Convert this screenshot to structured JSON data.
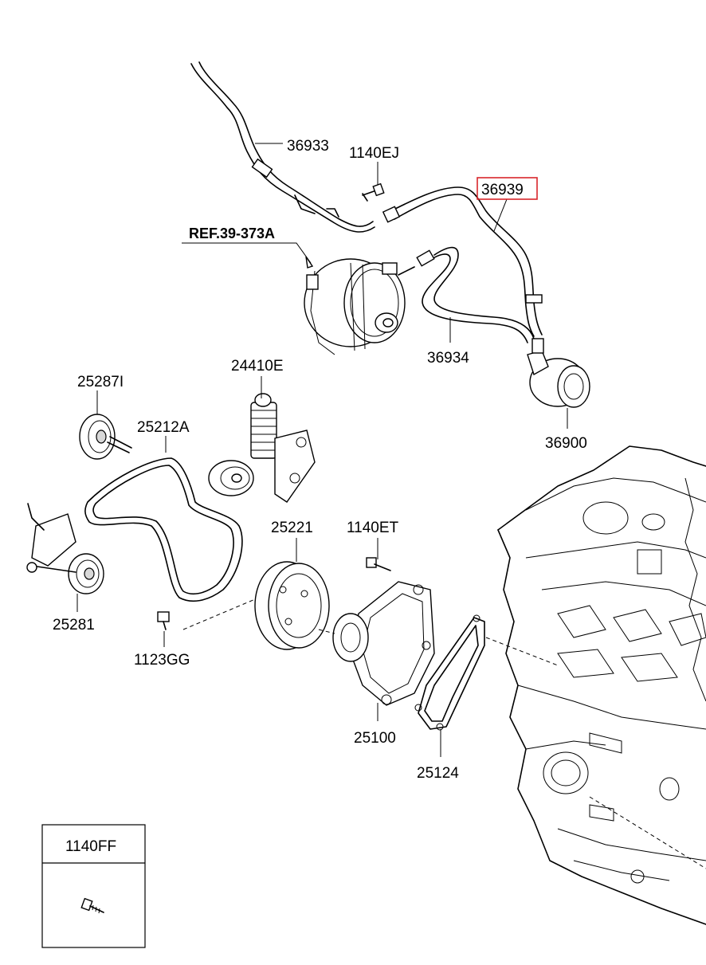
{
  "highlight_color": "#d9262b",
  "callouts": {
    "p36933": "36933",
    "p1140EJ": "1140EJ",
    "p36939": "36939",
    "ref": "REF.39-373A",
    "p36934": "36934",
    "p36900": "36900",
    "p24410E": "24410E",
    "p25287I": "25287I",
    "p25212A": "25212A",
    "p25221": "25221",
    "p1140ET": "1140ET",
    "p25281": "25281",
    "p1123GG": "1123GG",
    "p25100": "25100",
    "p25124": "25124"
  },
  "legend_box": {
    "part_number": "1140FF"
  }
}
